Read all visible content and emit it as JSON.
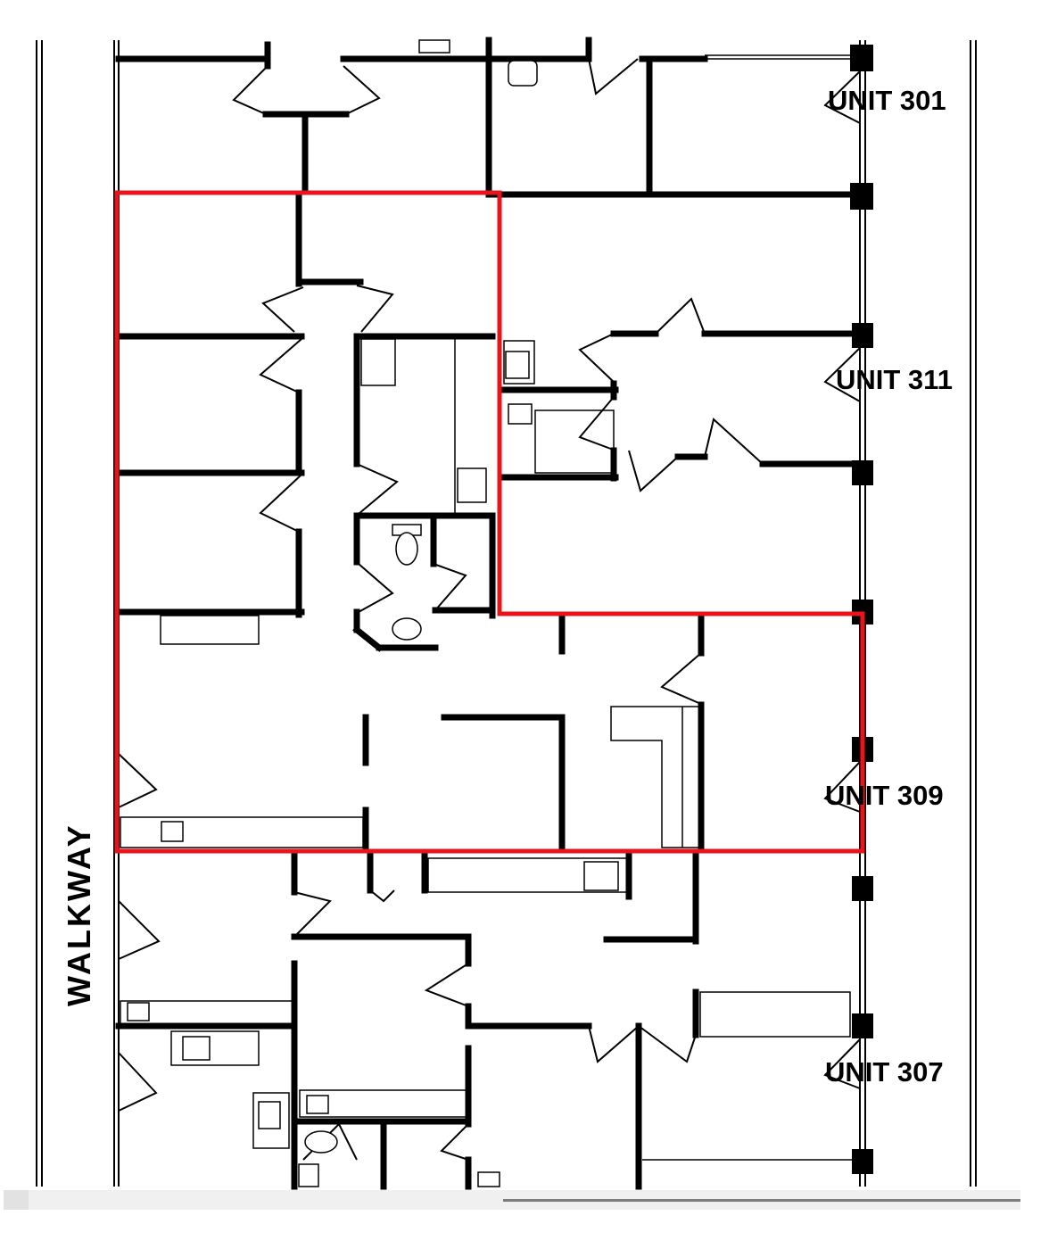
{
  "plan": {
    "units": [
      "UNIT 301",
      "UNIT 311",
      "UNIT 309",
      "UNIT 307"
    ],
    "walkway": "WALKWAY",
    "highlight_color": "#e8141c",
    "wall_color": "#000000"
  }
}
